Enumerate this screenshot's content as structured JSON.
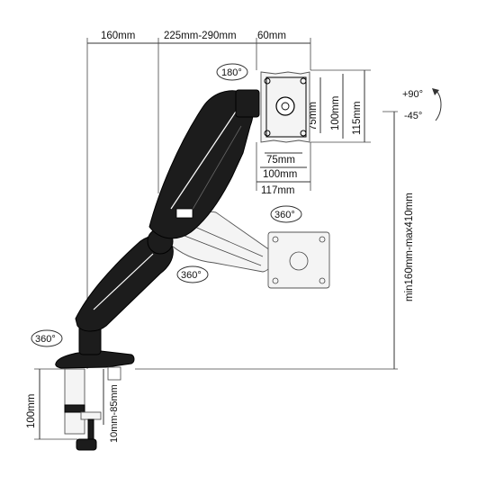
{
  "dimensions": {
    "top": [
      "160mm",
      "225mm-290mm",
      "60mm"
    ],
    "vesa_vertical": [
      "75mm",
      "100mm",
      "115mm"
    ],
    "vesa_horizontal": [
      "75mm",
      "100mm",
      "117mm"
    ],
    "height_range": "min160mm-max410mm",
    "clamp_height": "100mm",
    "clamp_thickness": "10mm-85mm"
  },
  "rotations": {
    "head_rotate": "180°",
    "tilt_up": "+90°",
    "tilt_down": "-45°",
    "swivel_plate": "360°",
    "swivel_elbow": "360°",
    "swivel_base": "360°"
  },
  "colors": {
    "arm": "#1c1c1c",
    "ghost_arm": "#f4f4f4",
    "lines": "#333333"
  }
}
